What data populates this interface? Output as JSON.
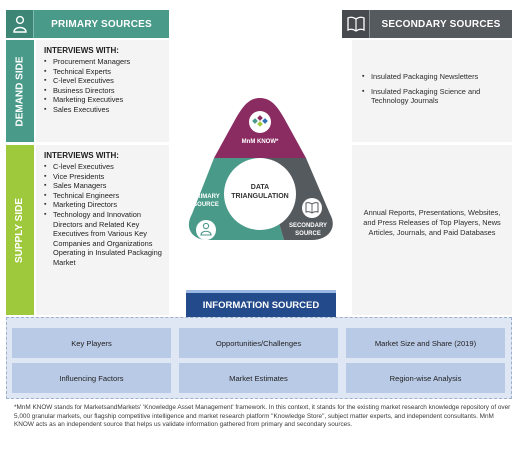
{
  "primary_header": "PRIMARY SOURCES",
  "secondary_header": "SECONDARY SOURCES",
  "demand_side": {
    "label": "DEMAND SIDE",
    "title": "INTERVIEWS WITH:",
    "items": [
      "Procurement Managers",
      "Technical Experts",
      "C-level Executives",
      "Business Directors",
      "Marketing Executives",
      "Sales Executives"
    ]
  },
  "supply_side": {
    "label": "SUPPLY SIDE",
    "title": "INTERVIEWS WITH:",
    "items": [
      "C-level Executives",
      "Vice Presidents",
      "Sales Managers",
      "Technical Engineers",
      "Marketing Directors",
      "Technology and Innovation Directors and Related Key Executives from Various Key Companies and Organizations Operating in Insulated Packaging Market"
    ]
  },
  "secondary_top": {
    "items": [
      "Insulated Packaging Newsletters",
      "Insulated Packaging Science and Technology Journals"
    ]
  },
  "secondary_bottom": {
    "text": "Annual Reports, Presentations, Websites, and Press Releases of Top Players, News Articles, Journals, and Paid Databases"
  },
  "diagram": {
    "top": "MnM KNOW*",
    "left": "PRIMARY SOURCE",
    "right": "SECONDARY SOURCE",
    "center": "DATA TRIANGULATION"
  },
  "info": {
    "title": "INFORMATION SOURCED",
    "cells": [
      "Key Players",
      "Opportunities/Challenges",
      "Market Size and Share (2019)",
      "Influencing Factors",
      "Market Estimates",
      "Region-wise Analysis"
    ]
  },
  "footnote": "*MnM KNOW stands for MarketsandMarkets' 'Knowledge Asset Management' framework. In this context, it stands for the existing market research knowledge repository of over 5,000 granular markets, our flagship competitive intelligence and market research platform \"Knowledge Store\", subject matter experts, and independent consultants. MnM KNOW acts as an independent source that helps us validate information gathered from primary and secondary sources.",
  "colors": {
    "primary_teal": "#4a9a8a",
    "supply_green": "#9fc93c",
    "secondary_gray": "#555a5f",
    "info_navy": "#234a8a",
    "info_cell": "#b9cae6"
  }
}
